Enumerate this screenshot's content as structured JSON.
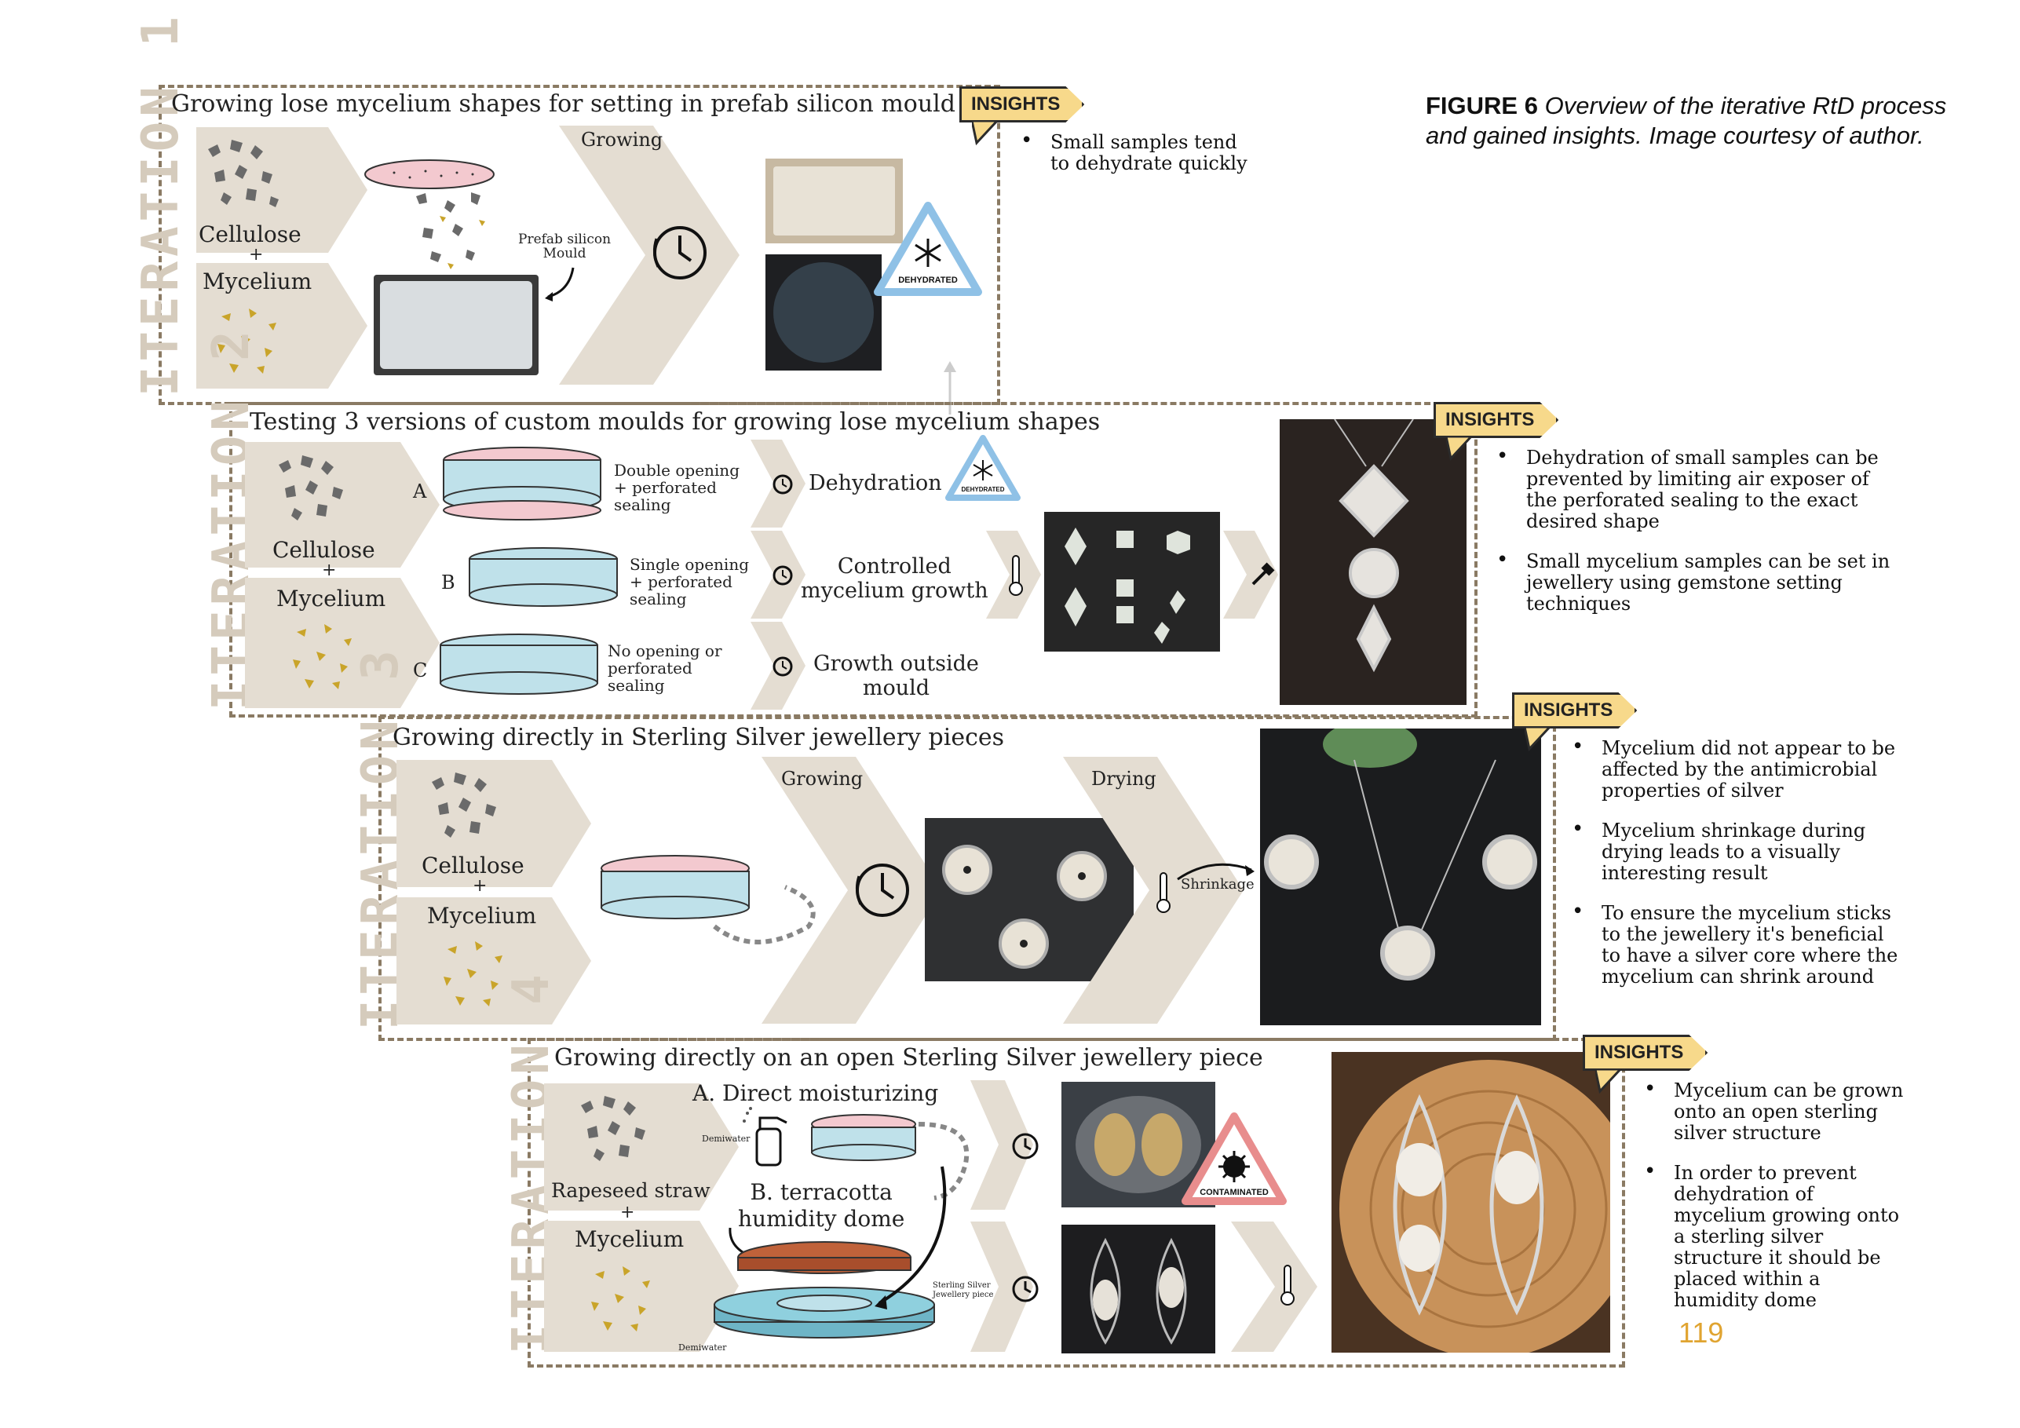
{
  "figure": {
    "label": "FIGURE 6",
    "caption_line1": "Overview of the iterative RtD process",
    "caption_line2": "and gained insights. Image courtesy of author."
  },
  "page_number": "119",
  "iterations": [
    {
      "label": "ITERATION 1",
      "title": "Growing lose mycelium shapes for setting in prefab silicon mould",
      "material_top": "Cellulose",
      "plus": "+",
      "material_bottom": "Mycelium",
      "step_growing": "Growing",
      "mould_label": "Prefab silicon\nMould",
      "badge": "DEHYDRATED",
      "insights_label": "INSIGHTS",
      "insights": [
        "Small samples tend\nto dehydrate quickly"
      ]
    },
    {
      "label": "ITERATION 2",
      "title": "Testing 3 versions of custom moulds for growing lose mycelium shapes",
      "material_top": "Cellulose",
      "plus": "+",
      "material_bottom": "Mycelium",
      "variants": [
        {
          "letter": "A",
          "desc": "Double opening\n+ perforated\nsealing",
          "result": "Dehydration"
        },
        {
          "letter": "B",
          "desc": "Single opening\n+ perforated\nsealing",
          "result": "Controlled\nmycelium growth"
        },
        {
          "letter": "C",
          "desc": "No opening or\nperforated\nsealing",
          "result": "Growth outside\nmould"
        }
      ],
      "badge": "DEHYDRATED",
      "insights_label": "INSIGHTS",
      "insights": [
        "Dehydration of small samples can be\nprevented by limiting air exposer of\nthe perforated sealing to the exact\ndesired shape",
        "Small mycelium samples can be set in\njewellery using gemstone setting\ntechniques"
      ]
    },
    {
      "label": "ITERATION 3",
      "title": "Growing directly in Sterling Silver jewellery pieces",
      "material_top": "Cellulose",
      "plus": "+",
      "material_bottom": "Mycelium",
      "step_growing": "Growing",
      "step_drying": "Drying",
      "shrinkage": "Shrinkage",
      "insights_label": "INSIGHTS",
      "insights": [
        "Mycelium did not appear to be\naffected by the antimicrobial\nproperties of silver",
        "Mycelium shrinkage during\ndrying leads to a visually\ninteresting result",
        "To ensure the mycelium sticks\nto the jewellery it's beneficial\nto have a silver core where the\nmycelium can shrink around"
      ]
    },
    {
      "label": "ITERATION 4",
      "title": "Growing directly on an open Sterling Silver jewellery piece",
      "material_top": "Rapeseed straw",
      "plus": "+",
      "material_bottom": "Mycelium",
      "method_a": "A. Direct moisturizing",
      "method_b": "B. terracotta\nhumidity dome",
      "demiwater_a": "Demiwater",
      "demiwater_b": "Demiwater",
      "sterling_label": "Sterling Silver\nJewellery piece",
      "badge": "CONTAMINATED",
      "insights_label": "INSIGHTS",
      "insights": [
        "Mycelium can be grown\nonto an open sterling\nsilver structure",
        "In order to prevent\ndehydration of\nmycelium growing onto\na sterling silver\nstructure it should be\nplaced within a\nhumidity dome"
      ]
    }
  ],
  "icons": {
    "clock": "clock-icon",
    "thermometer": "thermometer-icon",
    "hammer": "hammer-icon",
    "warning": "warning-triangle-icon"
  },
  "colors": {
    "frame": "#8a7a63",
    "beige": "#e4ddd2",
    "insights": "#f7d98b",
    "dehydrated": "#8fc1e6",
    "contaminated": "#e88d8d",
    "page_number": "#e0a431"
  }
}
